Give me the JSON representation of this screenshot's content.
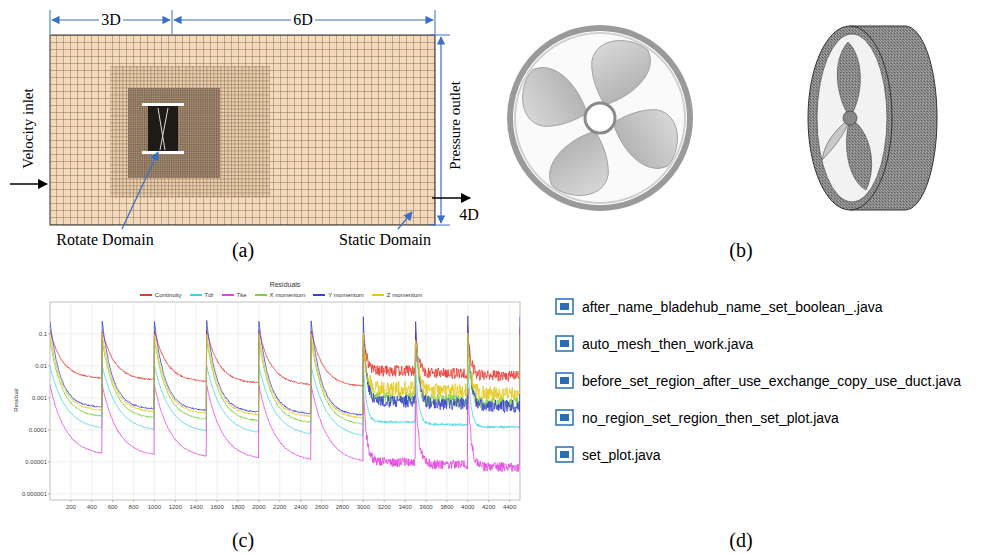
{
  "diagram": {
    "labels": [
      "3D",
      "6D",
      "Velocity inlet",
      "Pressure outlet",
      "4D",
      "Rotate Domain",
      "Static Domain",
      "(a)",
      "(b)",
      "Residuals",
      "Residual",
      "0.1",
      "0.01",
      "0.001",
      "0.0001",
      "0.00001",
      "0.000001",
      "200",
      "400",
      "600",
      "800",
      "1000",
      "1200",
      "1400",
      "1600",
      "1800",
      "2000",
      "2200",
      "2400",
      "2600",
      "2800",
      "3000",
      "3200",
      "3400",
      "3600",
      "3800",
      "4000",
      "4200",
      "4400",
      "(c)",
      "after_name_bladehub_name_set_boolean_.java",
      "auto_mesh_then_work.java",
      "before_set_region_after_use_exchange_copy_use_duct.java",
      "no_region_set_region_then_set_plot.java",
      "set_plot.java",
      "(d)"
    ],
    "legend": [
      {
        "text": "Continuity",
        "color": "#e8382f"
      },
      {
        "text": "Tdr",
        "color": "#3fd3e0"
      },
      {
        "text": "Tke",
        "color": "#e640e0"
      },
      {
        "text": "X momentum",
        "color": "#7ad23c"
      },
      {
        "text": "Y momentum",
        "color": "#3a3fd6"
      },
      {
        "text": "Z momentum",
        "color": "#e6c619"
      }
    ]
  }
}
